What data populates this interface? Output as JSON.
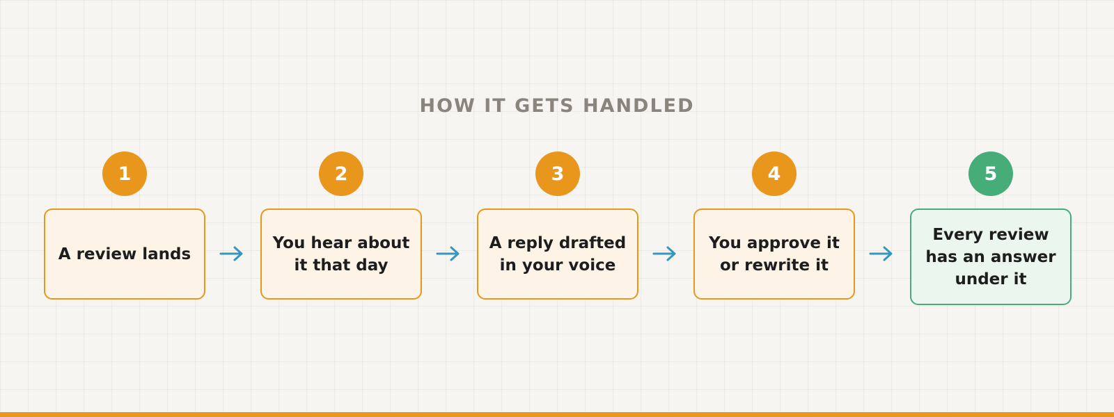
{
  "heading": "HOW IT GETS HANDLED",
  "colors": {
    "accent": "#e8961c",
    "success": "#46ad79",
    "arrow": "#3596be",
    "heading": "#8a857c"
  },
  "steps": [
    {
      "number": "1",
      "label": "A review lands"
    },
    {
      "number": "2",
      "label": "You hear about it that day"
    },
    {
      "number": "3",
      "label": "A reply drafted in your voice"
    },
    {
      "number": "4",
      "label": "You approve it or rewrite it"
    },
    {
      "number": "5",
      "label": "Every review has an answer under it"
    }
  ]
}
